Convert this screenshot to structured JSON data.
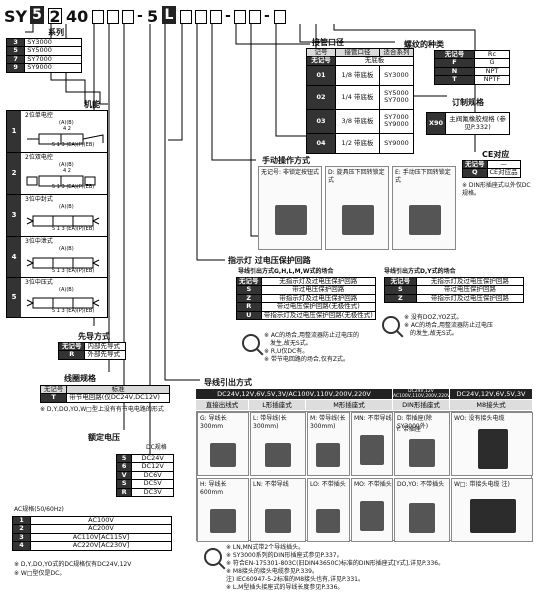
{
  "model": {
    "p1": "SY",
    "p2": "5",
    "p3": "2",
    "p4": "40",
    "p5": "-",
    "p6": "5",
    "p7": "L",
    "p8": "-",
    "p9": "-"
  },
  "series": {
    "title": "系列",
    "rows": [
      {
        "k": "3",
        "v": "SY3000"
      },
      {
        "k": "5",
        "v": "SY5000"
      },
      {
        "k": "7",
        "v": "SY7000"
      },
      {
        "k": "9",
        "v": "SY9000"
      }
    ]
  },
  "function": {
    "title": "机能",
    "rows": [
      {
        "k": "1",
        "label": "2位单电控"
      },
      {
        "k": "2",
        "label": "2位双电控"
      },
      {
        "k": "3",
        "label": "3位中封式"
      },
      {
        "k": "4",
        "label": "3位中泄式"
      },
      {
        "k": "5",
        "label": "3位中压式"
      }
    ],
    "port_a": "(A)",
    "port_b": "(B)",
    "port_4": "4",
    "port_2": "2",
    "port_bottom": "(EA)(P)(EB)",
    "port_513": "5 1 3"
  },
  "pilot": {
    "title": "先导方式",
    "rows": [
      {
        "k": "无记号",
        "v": "内部先导式"
      },
      {
        "k": "R",
        "v": "外部先导式"
      }
    ]
  },
  "coil": {
    "title": "线圈规格",
    "headers": [
      "无记号",
      "标准"
    ],
    "rows": [
      {
        "k": "T",
        "v": "带节电回路(仅DC24V,DC12V)"
      }
    ],
    "note": "※ D,Y,DO,YO,W□型上没有有节电电路的形式"
  },
  "voltage": {
    "title": "额定电压",
    "dc_title": "DC规格",
    "dc": [
      {
        "k": "5",
        "v": "DC24V"
      },
      {
        "k": "6",
        "v": "DC12V"
      },
      {
        "k": "V",
        "v": "DC6V"
      },
      {
        "k": "S",
        "v": "DC5V"
      },
      {
        "k": "R",
        "v": "DC3V"
      }
    ],
    "ac_title": "AC规格(50/60Hz)",
    "ac": [
      {
        "k": "1",
        "v": "AC100V"
      },
      {
        "k": "2",
        "v": "AC200V"
      },
      {
        "k": "3",
        "v": "AC110V[AC115V]"
      },
      {
        "k": "4",
        "v": "AC220V[AC230V]"
      }
    ],
    "notes": [
      "※ D,Y,DO,YO式的DC规格仅有DC24V,12V",
      "※ W□型仅是DC。"
    ]
  },
  "port": {
    "title": "接管口径",
    "headers": [
      "记号",
      "接管口径",
      "适合系列"
    ],
    "subhdr": [
      "无记号",
      "无底板"
    ],
    "rows": [
      {
        "k": "01",
        "v": "1/8 带底板",
        "s": "SY3000"
      },
      {
        "k": "02",
        "v": "1/4 带底板",
        "s": "SY5000 SY7000"
      },
      {
        "k": "03",
        "v": "3/8 带底板",
        "s": "SY7000 SY9000"
      },
      {
        "k": "04",
        "v": "1/2 带底板",
        "s": "SY9000"
      }
    ]
  },
  "thread": {
    "title": "螺纹的种类",
    "rows": [
      {
        "k": "无记号",
        "v": "Rc"
      },
      {
        "k": "F",
        "v": "G"
      },
      {
        "k": "N",
        "v": "NPT"
      },
      {
        "k": "T",
        "v": "NPTF"
      }
    ]
  },
  "order": {
    "title": "订制规格",
    "k": "X90",
    "v": "主阀氟橡胶规格 (参见P.332)"
  },
  "ce": {
    "title": "CE对应",
    "rows": [
      {
        "k": "无记号",
        "v": "—"
      },
      {
        "k": "Q",
        "v": "CE对应品"
      }
    ],
    "note": "※ DIN形插座式以外仅DC规格。"
  },
  "manual": {
    "title": "手动操作方式",
    "items": [
      {
        "k": "无记号:",
        "v": "非锁定按钮式"
      },
      {
        "k": "D:",
        "v": "旋具压下回转锁定式"
      },
      {
        "k": "E:",
        "v": "手动压下回转锁定式"
      }
    ]
  },
  "lamp": {
    "title": "指示灯 过电压保护回路",
    "t1": "导线引出方式G,H,L,M,W式的场合",
    "t2": "导线引出方式D,Y式的场合",
    "rows1": [
      {
        "k": "无记号",
        "v": "无指示灯及过电压保护回路"
      },
      {
        "k": "S",
        "v": "带过电压保护回路"
      },
      {
        "k": "Z",
        "v": "带指示灯及过电压保护回路"
      },
      {
        "k": "R",
        "v": "带过电压保护回路(无极性式)"
      },
      {
        "k": "U",
        "v": "带指示灯及过电压保护回路(无极性式)"
      }
    ],
    "rows2": [
      {
        "k": "无记号",
        "v": "无指示灯及过电压保护回路"
      },
      {
        "k": "S",
        "v": "带过电压保护回路"
      },
      {
        "k": "Z",
        "v": "带指示灯及过电压保护回路"
      }
    ],
    "notes1": [
      "※ AC的场合,用整流器防止过电压的",
      "发生,故无S式。",
      "※ R,U仅DC有。",
      "※ 带节电回路的场合,仅有Z式。"
    ],
    "notes2": [
      "※ 没有DOZ,YOZ式。",
      "※ AC的场合,用整流器防止过电压",
      "的发生,故无S式。"
    ]
  },
  "lead": {
    "title": "导线引出方式",
    "h1": "DC24V,12V,6V,5V,3V/AC100V,110V,200V,220V",
    "h2": "DC24V,12V AC100V,110V,200V,220V",
    "h3": "DC24V,12V,6V,5V,3V",
    "s1": "直接出线式",
    "s2": "L形插座式",
    "s3": "M形插座式",
    "s4": "DIN形插座式",
    "s5": "M8接头式",
    "items": [
      {
        "k": "G:",
        "v": "导线长300mm"
      },
      {
        "k": "L:",
        "v": "带导线(长300mm)"
      },
      {
        "k": "M:",
        "v": "带导线(长300mm)"
      },
      {
        "k": "MN:",
        "v": "不带导线"
      },
      {
        "k": "D:",
        "v": "带插座(除SY3000外)"
      },
      {
        "k": "WO:",
        "v": "没有接头电缆"
      },
      {
        "k": "H:",
        "v": "导线长600mm"
      },
      {
        "k": "LN:",
        "v": "不带导线"
      },
      {
        "k": "LO:",
        "v": "不带插头"
      },
      {
        "k": "MO:",
        "v": "不带插头"
      },
      {
        "k": "DO,YO:",
        "v": "不带插头"
      },
      {
        "k": "W□:",
        "v": "带接头电缆 注)"
      },
      {
        "k": "Y:",
        "v": "带插座"
      }
    ],
    "notes": [
      "※ LN,MN式带2个导线插头。",
      "※ SY3000系列的DIN形插座式参见P.337。",
      "※ 符合EN-175301-803C(旧DIN43650C)标准的DIN形插座式[Y式],详见P.336。",
      "※ M8接头的接头电缆参见P.339。",
      "注) IEC60947-5-2标准的M8接头也有,详见P.331。",
      "※ L,M型插头接座式的导线长度参见P.336。"
    ]
  }
}
